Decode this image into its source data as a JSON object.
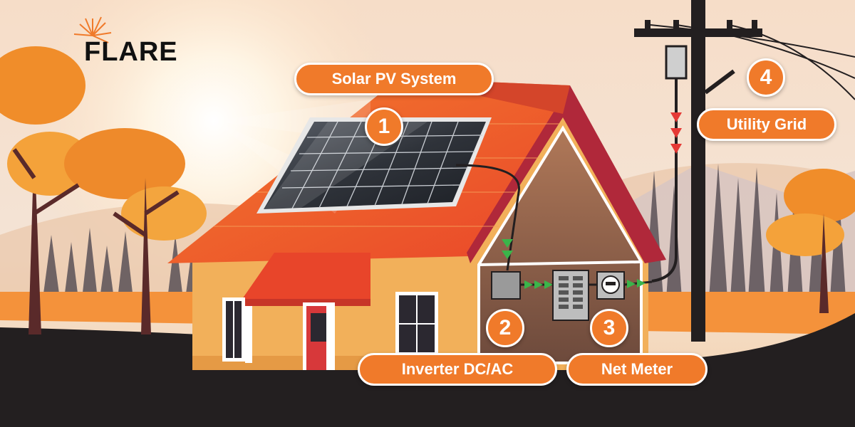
{
  "logo": {
    "text": "FLARE",
    "icon": "sun-burst-icon"
  },
  "labels": {
    "solar_pv": "Solar PV System",
    "inverter": "Inverter DC/AC",
    "net_meter": "Net Meter",
    "utility_grid": "Utility Grid"
  },
  "steps": {
    "solar_pv": "1",
    "inverter": "2",
    "net_meter": "3",
    "utility_grid": "4"
  },
  "colors": {
    "accent_orange": "#f07a2a",
    "roof": "#ef5a24",
    "wall": "#f2b05a",
    "ground": "#231f20",
    "flow_arrow": "#3ab54a",
    "grid_arrow": "#e53935"
  }
}
